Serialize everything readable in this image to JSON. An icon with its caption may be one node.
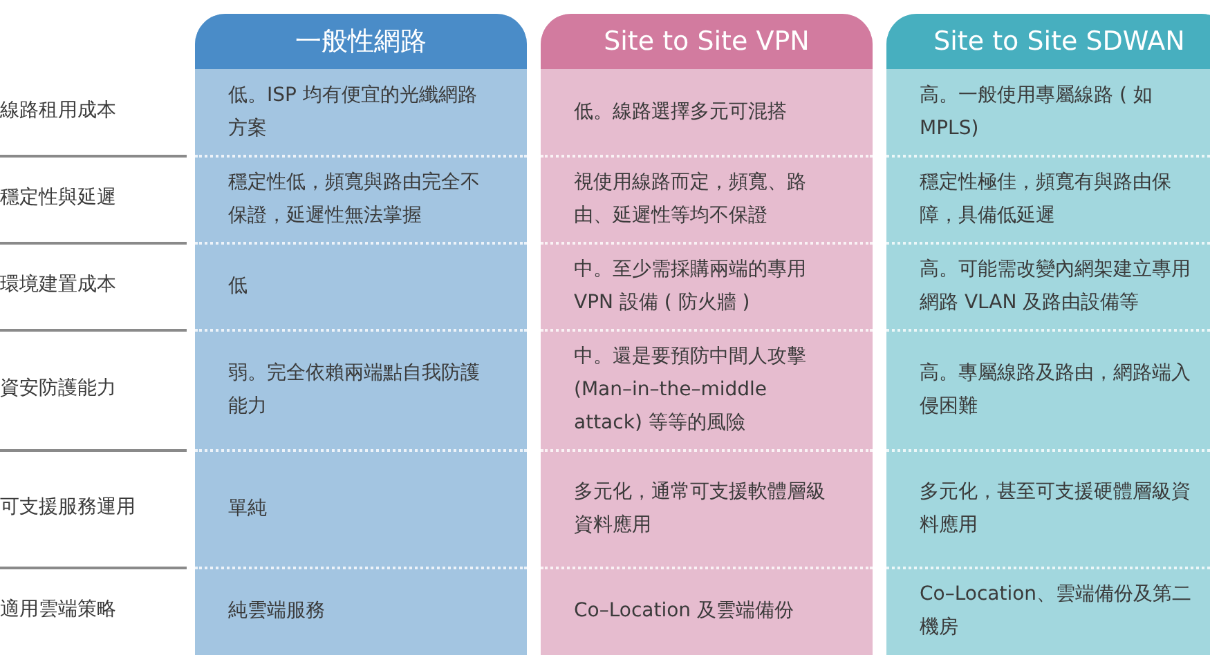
{
  "diagram": {
    "labels": [
      "一般性網路",
      "Site to Site VPN",
      "Site to Site SDWAN",
      "線路租用成本",
      "低。ISP 均有便宜的光纖網路方案",
      "低。線路選擇多元可混搭",
      "高。一般使用專屬線路 ( 如MPLS)",
      "穩定性與延遲",
      "穩定性低，頻寬與路由完全不保證，延遲性無法掌握",
      "視使用線路而定，頻寬、路由、延遲性等均不保證",
      "穩定性極佳，頻寬有與路由保障，具備低延遲",
      "環境建置成本",
      "低",
      "中。至少需採購兩端的專用VPN 設備 ( 防火牆 )",
      "高。可能需改變內網架建立專用網路 VLAN 及路由設備等",
      "資安防護能力",
      "弱。完全依賴兩端點自我防護能力",
      "中。還是要預防中間人攻擊 (Man–in–the–middle attack) 等等的風險",
      "高。專屬線路及路由，網路端入侵困難",
      "可支援服務運用",
      "單純",
      "多元化，通常可支援軟體層級資料應用",
      "多元化，甚至可支援硬體層級資料應用",
      "適用雲端策略",
      "純雲端服務",
      "Co–Location 及雲端備份",
      "Co–Location、雲端備份及第二機房"
    ]
  }
}
